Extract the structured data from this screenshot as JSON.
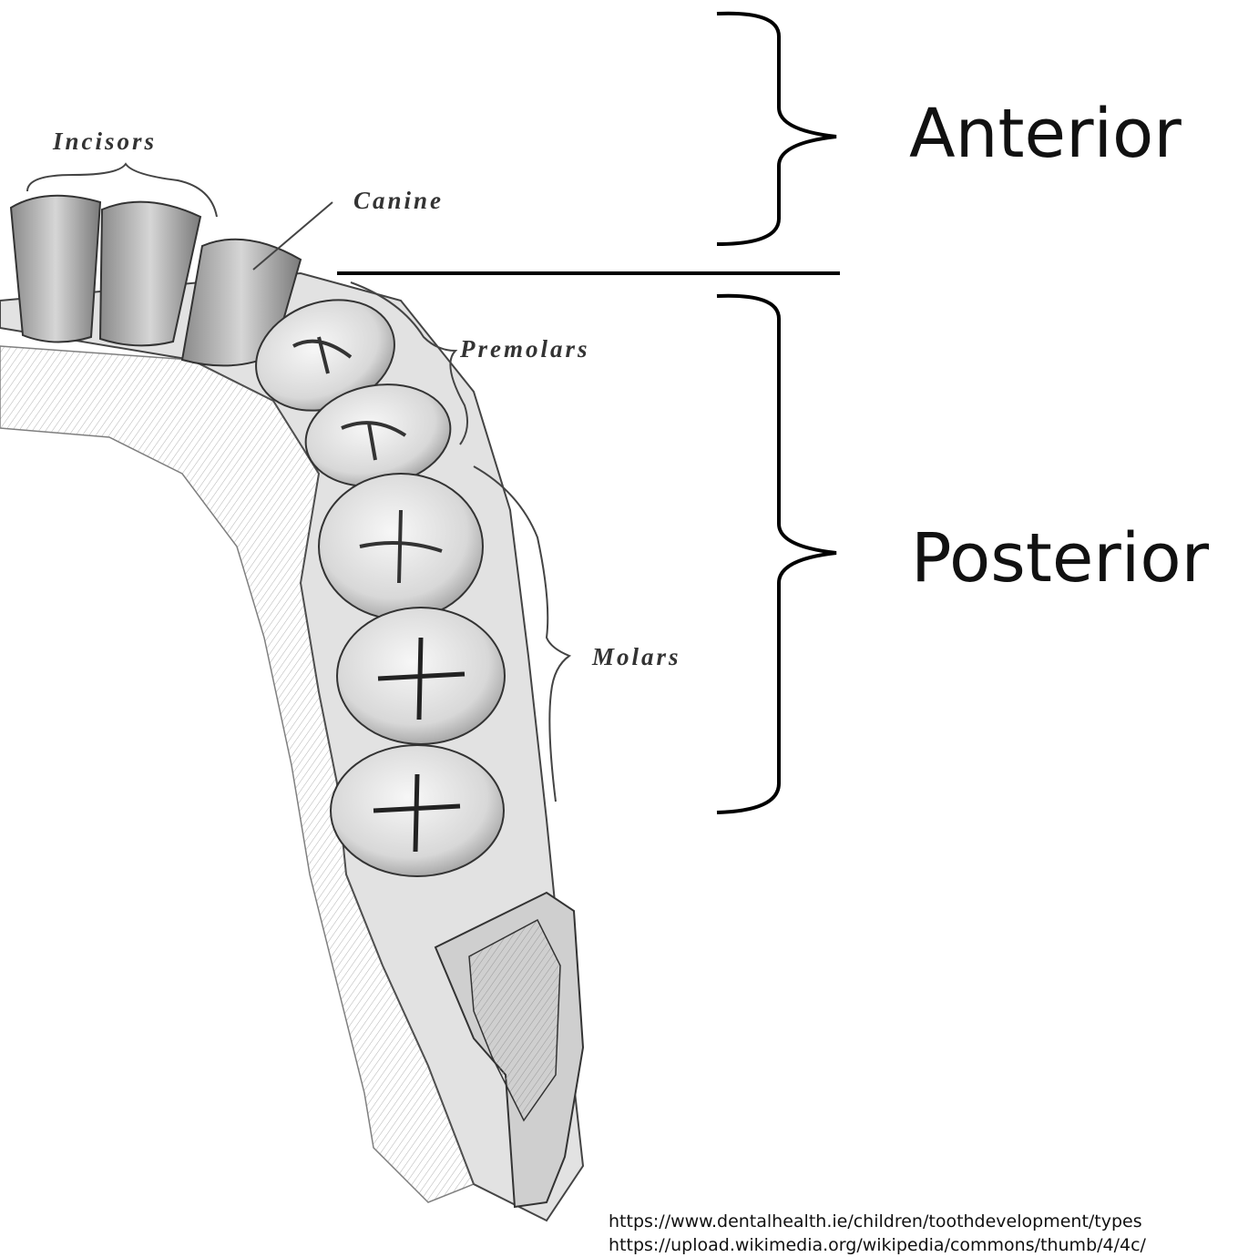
{
  "labels": {
    "incisors": "Incisors",
    "canine": "Canine",
    "premolars": "Premolars",
    "molars": "Molars"
  },
  "groups": {
    "anterior": "Anterior",
    "posterior": "Posterior"
  },
  "sources": [
    "https://www.dentalhealth.ie/children/toothdevelopment/types",
    "https://upload.wikimedia.org/wikipedia/commons/thumb/4/4c/"
  ],
  "colors": {
    "bone": "#e2e2e2",
    "tooth": "#ececec",
    "ink": "#222222"
  }
}
